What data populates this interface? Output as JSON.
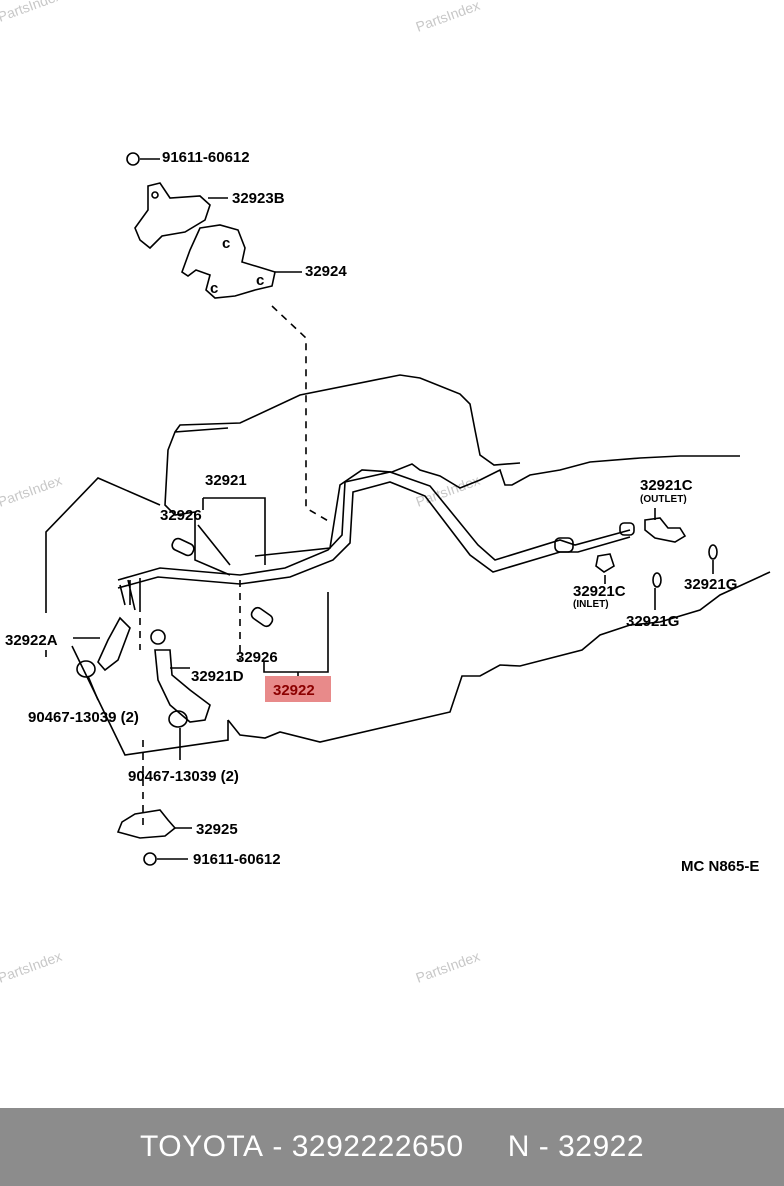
{
  "watermark": "PartsIndex",
  "labels": {
    "bolt_top": "91611-60612",
    "bracket_b": "32923B",
    "bracket": "32924",
    "tube": "32921",
    "grommet_1": "32926",
    "grommet_2": "32926",
    "hose_a": "32922A",
    "hose_d": "32921D",
    "hose_main": "32922",
    "clamp_1": "90467-13039 (2)",
    "clamp_2": "90467-13039 (2)",
    "bracket_lower": "32925",
    "bolt_bottom": "91611-60612",
    "outlet_code": "32921C",
    "outlet_note": "(OUTLET)",
    "inlet_code": "32921C",
    "inlet_note": "(INLET)",
    "ring_1": "32921G",
    "ring_2": "32921G",
    "ref_code": "MC N865-E"
  },
  "footer": {
    "brand": "TOYOTA",
    "part_number": "3292222650",
    "diagram_ref": "N - 32922"
  },
  "colors": {
    "highlight": "#e88a8a",
    "highlight_text": "#8b0000",
    "footer_bg": "#8c8c8c"
  }
}
